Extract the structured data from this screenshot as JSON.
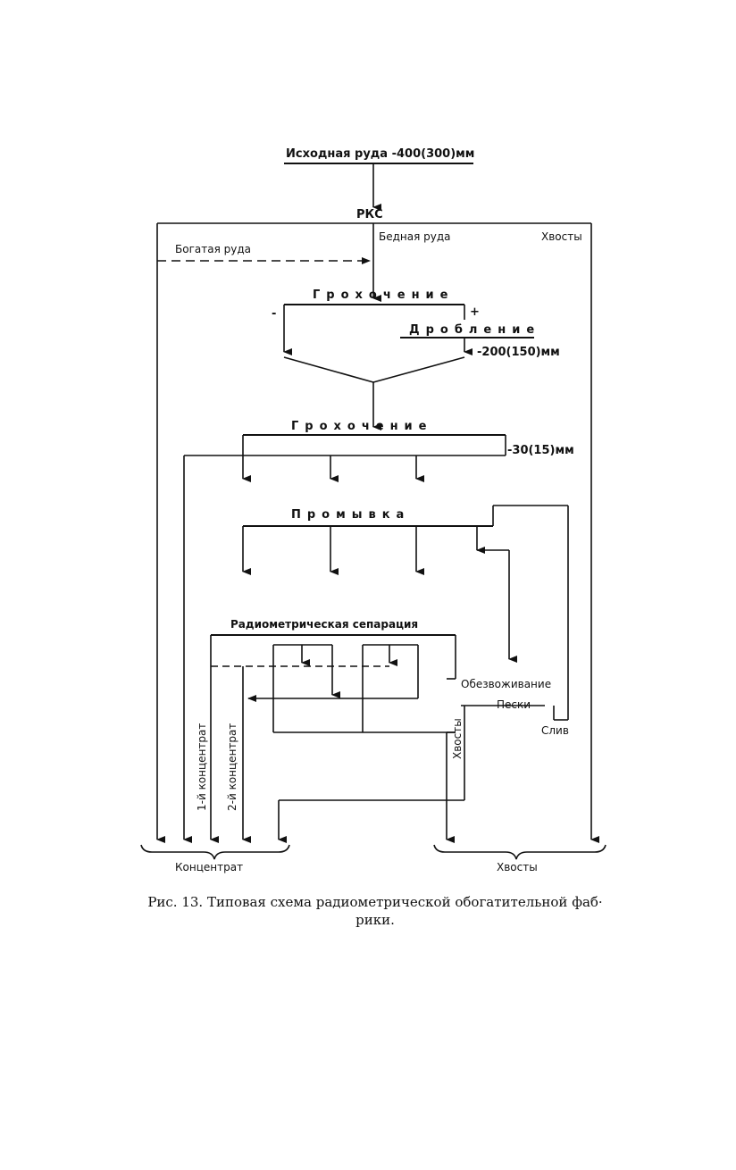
{
  "diagram": {
    "input_ore": "Исходная руда -400(300)мм",
    "rks": "РКС",
    "rich_ore": "Богатая руда",
    "poor_ore": "Бедная руда",
    "tails_top": "Хвосты",
    "screening_1": "Грохочение",
    "minus_1": "-",
    "plus_1": "+",
    "crushing": "Дробление",
    "size_crush": "-200(150)мм",
    "screening_2": "Грохочение",
    "size_screen": "-30(15)мм",
    "washing": "Промывка",
    "radiometric": "Радиометрическая сепарация",
    "dewatering": "Обезвоживание",
    "sands": "Пески",
    "overflow": "Слив",
    "tails_vertical": "Хвосты",
    "concentrate_1": "1-й концентрат",
    "concentrate_2": "2-й концентрат",
    "concentrate": "Концентрат",
    "tails_bottom": "Хвосты"
  },
  "caption": {
    "line1": "Рис. 13. Типовая схема радиометрической обогатительной фаб·",
    "line2": "рики."
  }
}
